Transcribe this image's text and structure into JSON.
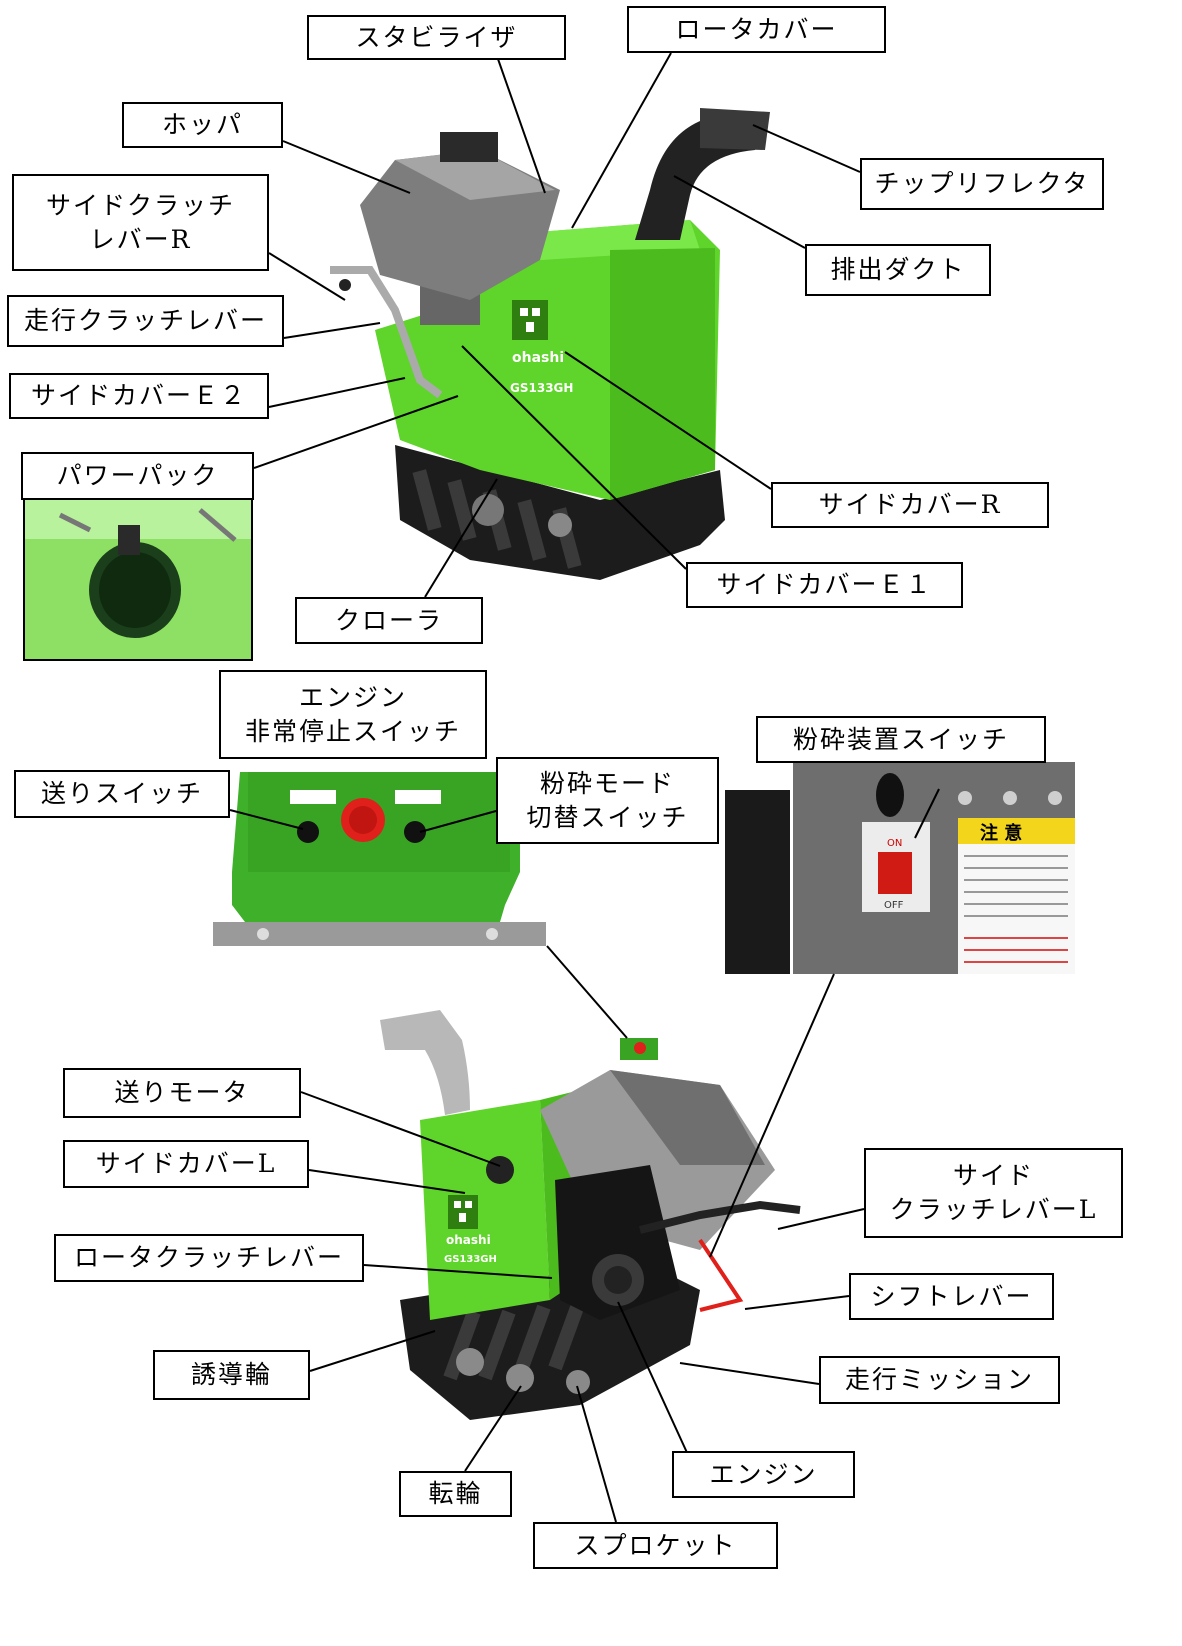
{
  "labels": {
    "stabilizer": "スタビライザ",
    "rotor_cover": "ロータカバー",
    "hopper": "ホッパ",
    "chip_reflector": "チップリフレクタ",
    "side_clutch_lever_r": "サイドクラッチ\nレバーR",
    "discharge_duct": "排出ダクト",
    "travel_clutch_lever": "走行クラッチレバー",
    "side_cover_e2": "サイドカバーＥ２",
    "power_pack": "パワーパック",
    "side_cover_r": "サイドカバーR",
    "crawler": "クローラ",
    "side_cover_e1": "サイドカバーＥ１",
    "engine_emergency_stop_switch": "エンジン\n非常停止スイッチ",
    "feed_switch": "送りスイッチ",
    "crush_mode_switch": "粉砕モード\n切替スイッチ",
    "crusher_switch": "粉砕装置スイッチ",
    "feed_motor": "送りモータ",
    "side_cover_l": "サイドカバーL",
    "side_clutch_lever_l": "サイド\nクラッチレバーL",
    "rotor_clutch_lever": "ロータクラッチレバー",
    "shift_lever": "シフトレバー",
    "guide_wheel": "誘導輪",
    "travel_mission": "走行ミッション",
    "engine": "エンジン",
    "roller": "転輪",
    "sprocket": "スプロケット"
  },
  "machine": {
    "brand": "ohashi",
    "model": "GS133GH"
  },
  "crusher_switch_panel": {
    "caution_heading": "注 意",
    "on_text": "ON",
    "off_text": "OFF"
  },
  "colors": {
    "machine_green": "#5fd42a",
    "dark_green": "#3f9e18",
    "hopper_gray": "#7d7d7d",
    "crawler_black": "#1c1c1c",
    "estop_red": "#e0201a",
    "panel_gray": "#6e6e6e",
    "caution_yellow": "#f3d51c"
  }
}
